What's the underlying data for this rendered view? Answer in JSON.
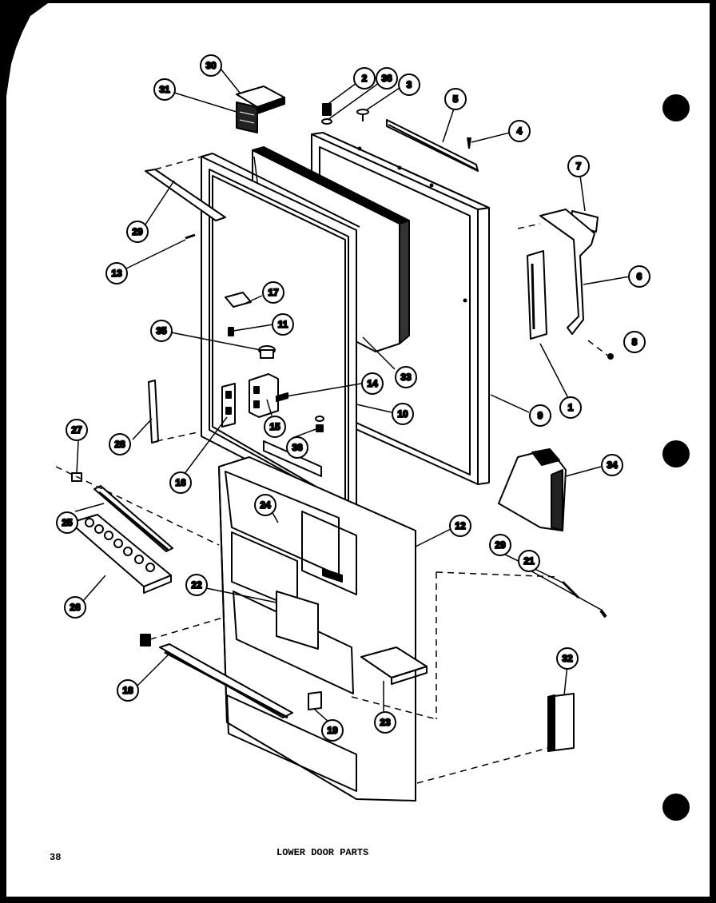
{
  "page_number": "38",
  "caption": "LOWER DOOR PARTS",
  "callouts": [
    "30",
    "31",
    "2",
    "36",
    "3",
    "5",
    "4",
    "7",
    "29",
    "13",
    "6",
    "8",
    "17",
    "11",
    "35",
    "33",
    "14",
    "15",
    "10",
    "9",
    "1",
    "28",
    "27",
    "16",
    "36",
    "25",
    "24",
    "12",
    "29",
    "21",
    "34",
    "22",
    "26",
    "32",
    "18",
    "19",
    "23"
  ]
}
